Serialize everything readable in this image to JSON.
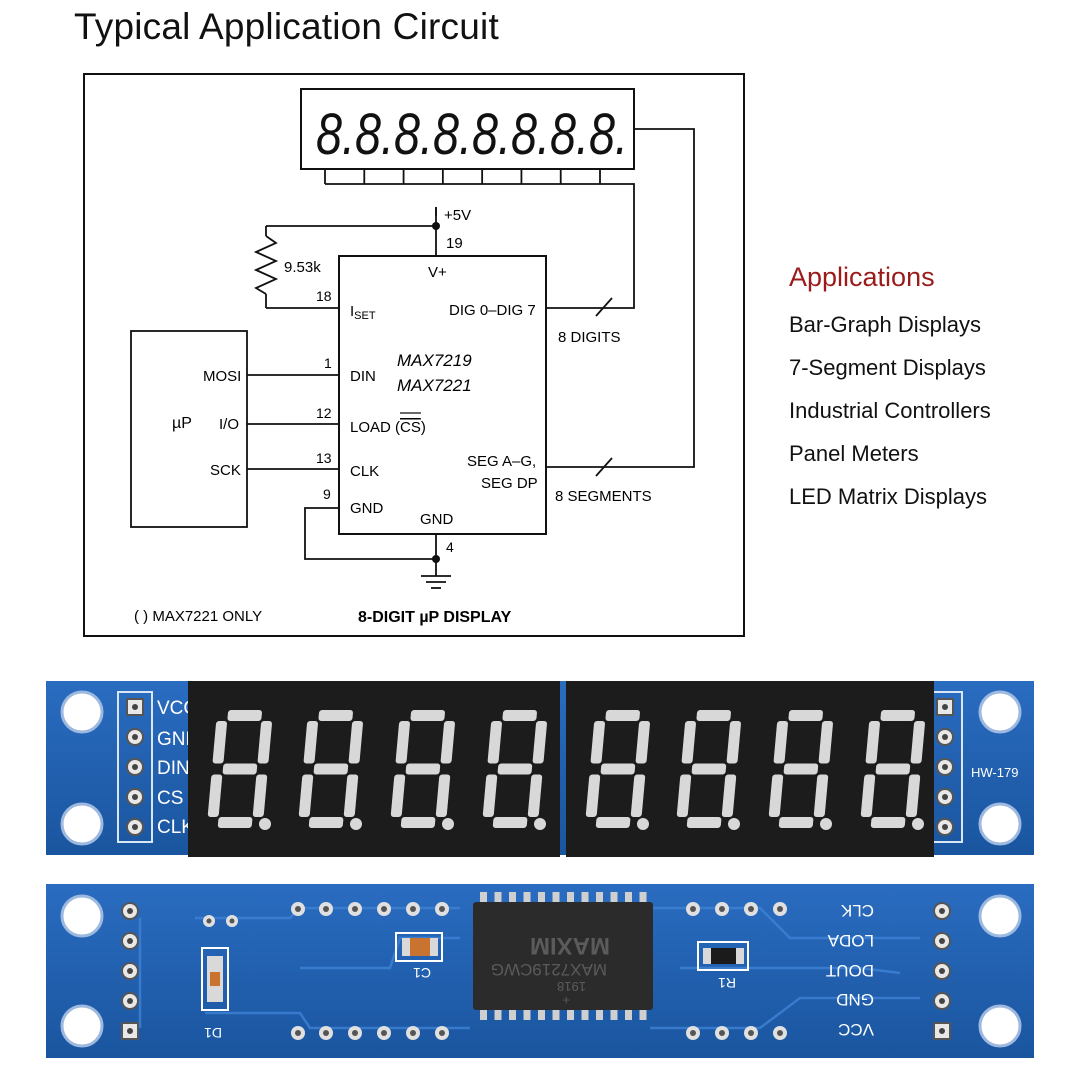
{
  "page": {
    "title": "Typical Application Circuit"
  },
  "applications": {
    "heading": "Applications",
    "items": [
      "Bar-Graph Displays",
      "7-Segment Displays",
      "Industrial Controllers",
      "Panel Meters",
      "LED Matrix Displays"
    ]
  },
  "circuit": {
    "display_digits": "8.8.8.8.8.8.8.8.",
    "digit_count": 8,
    "supply": "+5V",
    "pin_vplus_number": "19",
    "vplus_label": "V+",
    "resistor_value": "9.53k",
    "pin_iset_number": "18",
    "iset_label": "I",
    "iset_sub": "SET",
    "dig_label": "DIG 0–DIG 7",
    "dig_bus_label": "8 DIGITS",
    "chip_name_1": "MAX7219",
    "chip_name_2": "MAX7221",
    "pin_din_number": "1",
    "din_label": "DIN",
    "pin_load_number": "12",
    "load_label": "LOAD (",
    "load_cs": "CS",
    "load_close": ")",
    "pin_clk_number": "13",
    "clk_label": "CLK",
    "seg_label_1": "SEG A–G,",
    "seg_label_2": "SEG DP",
    "seg_bus_label": "8 SEGMENTS",
    "pin_gnd_left_number": "9",
    "gnd_left_label": "GND",
    "gnd_bottom_label": "GND",
    "pin_gnd_bottom_number": "4",
    "mcu_label": "µP",
    "mcu_pins": [
      "MOSI",
      "I/O",
      "SCK"
    ],
    "footnote": "( ) MAX7221 ONLY",
    "caption": "8-DIGIT µP DISPLAY"
  },
  "module_front": {
    "pin_labels": [
      "VCC",
      "GND",
      "DIN",
      "CS",
      "CLK"
    ],
    "model": "HW-179",
    "digit_count": 8
  },
  "module_back": {
    "chip_brand": "MAXIM",
    "chip_part": "MAX7219CWG",
    "chip_code": "1918",
    "chip_plus": "+",
    "pin_labels": [
      "CLK",
      "LODA",
      "DOUT",
      "GND",
      "VCC"
    ],
    "components": {
      "capacitor": "C1",
      "resistor": "R1",
      "diode": "D1"
    }
  },
  "colors": {
    "pcb_blue": "#1f5fae",
    "pcb_blue_dark": "#164a8c",
    "display_body": "#1c1c1c",
    "segment_off": "#d8d8d8",
    "apps_heading": "#9b1b1b"
  }
}
